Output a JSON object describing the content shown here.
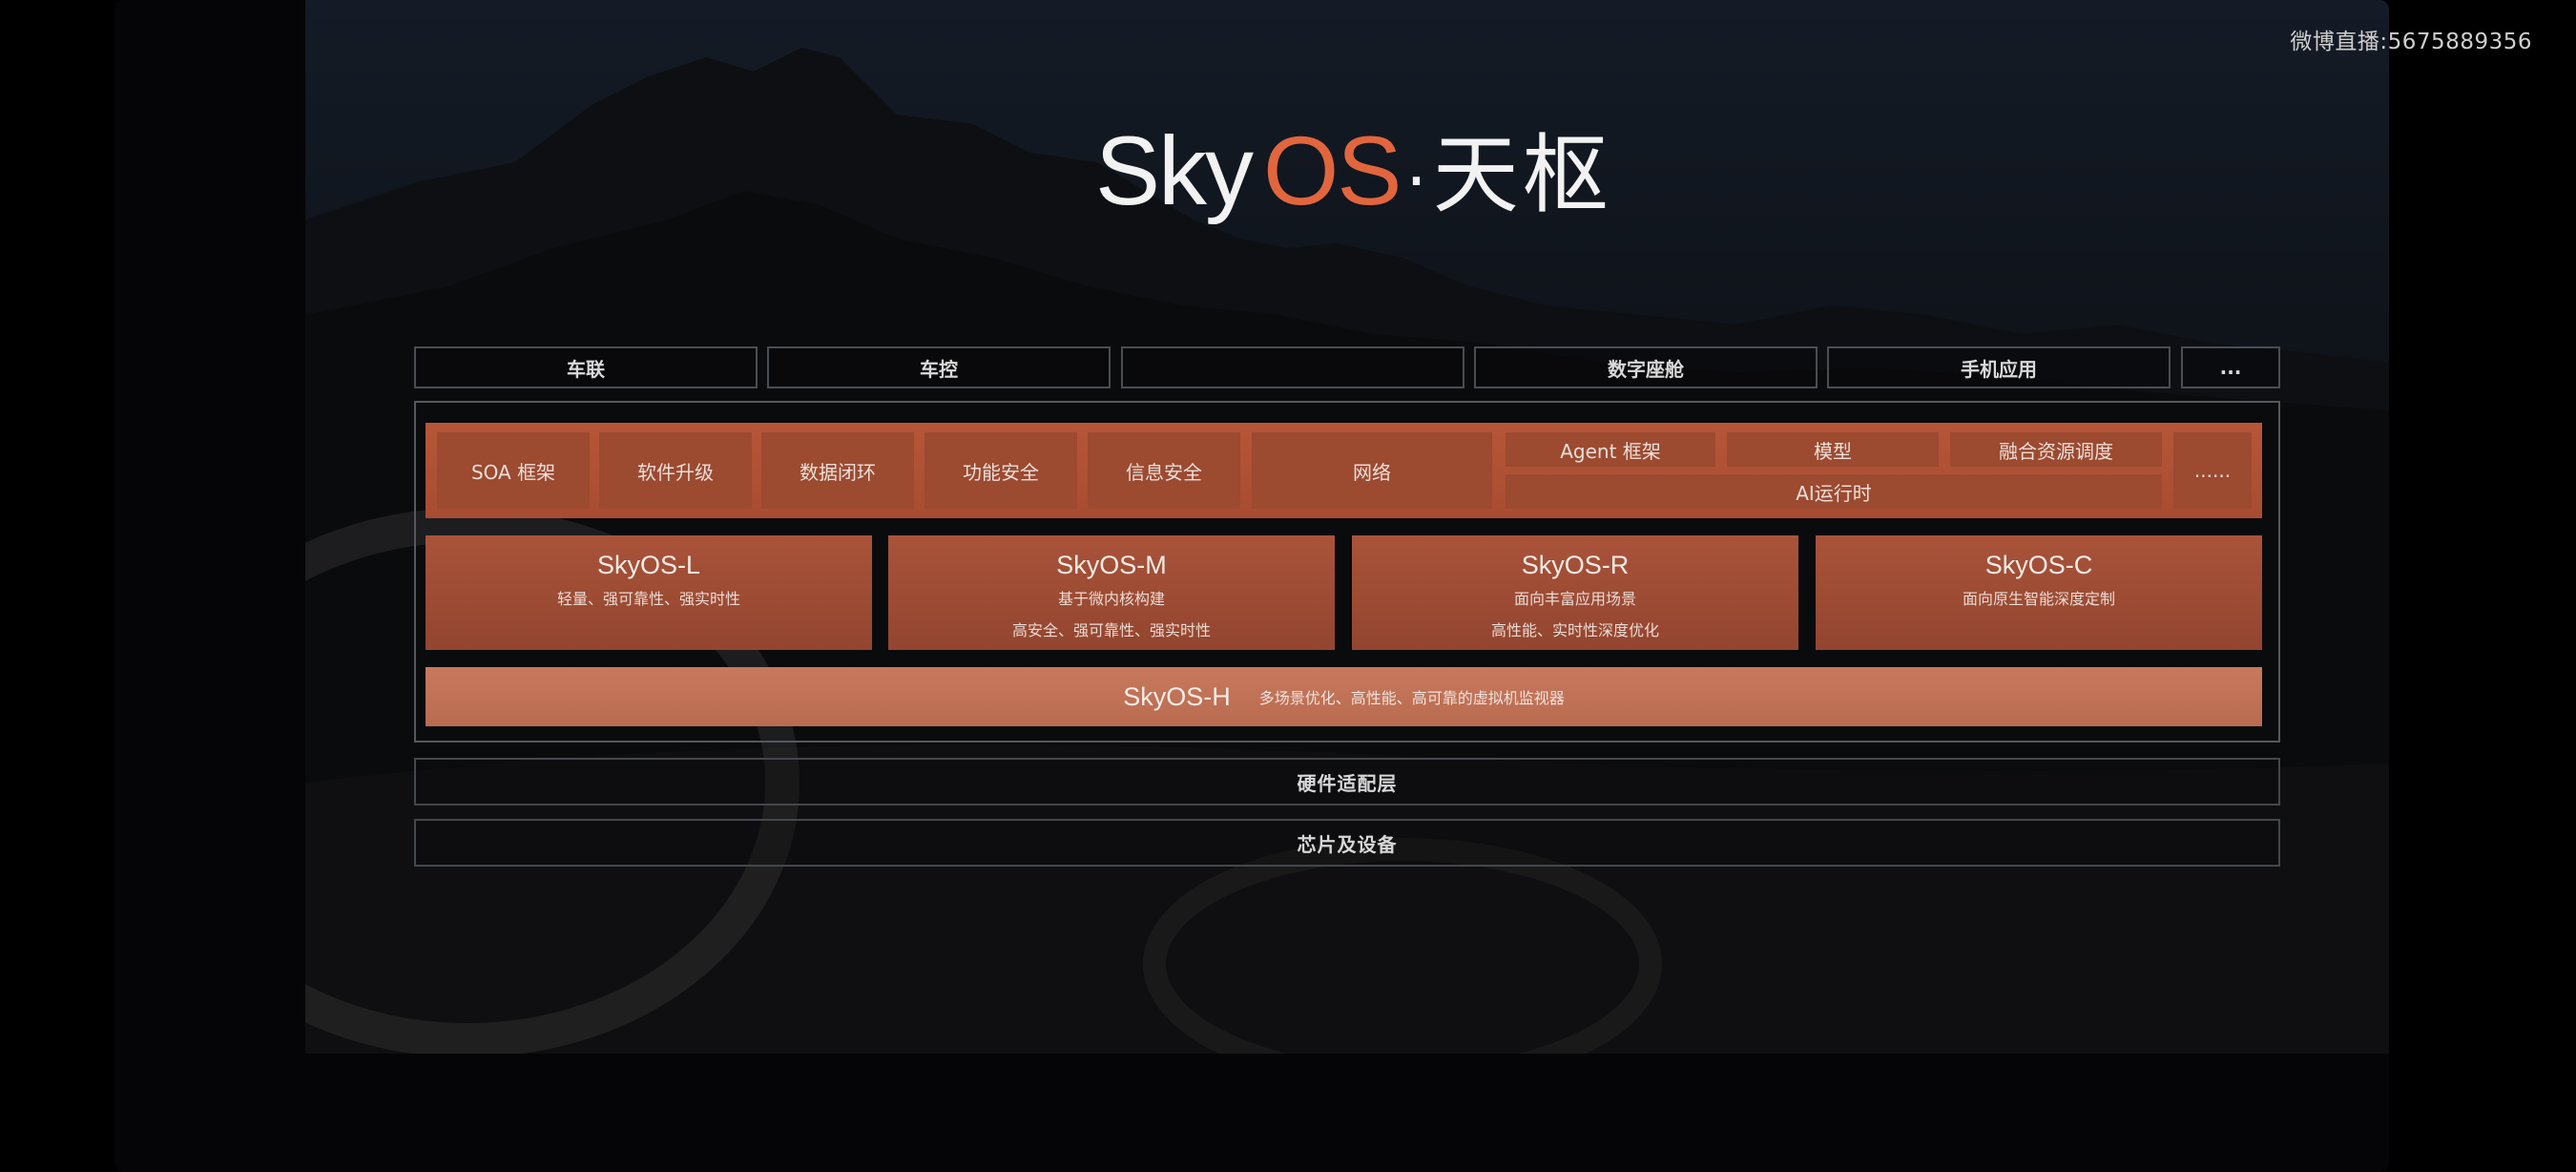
{
  "watermark": "微博直播:5675889356",
  "logo": {
    "sky": "Sky",
    "os": "OS",
    "dot": "·",
    "cn": "天枢"
  },
  "apps": [
    "车联",
    "车控",
    "",
    "数字座舱",
    "手机应用",
    "..."
  ],
  "services": {
    "items": [
      "SOA 框架",
      "软件升级",
      "数据闭环",
      "功能安全",
      "信息安全",
      "网络"
    ],
    "ai_top": [
      "Agent 框架",
      "模型",
      "融合资源调度"
    ],
    "ai_runtime": "AI运行时",
    "more": "......"
  },
  "os_variants": [
    {
      "title": "SkyOS-L",
      "desc1": "轻量、强可靠性、强实时性",
      "desc2": ""
    },
    {
      "title": "SkyOS-M",
      "desc1": "基于微内核构建",
      "desc2": "高安全、强可靠性、强实时性"
    },
    {
      "title": "SkyOS-R",
      "desc1": "面向丰富应用场景",
      "desc2": "高性能、实时性深度优化"
    },
    {
      "title": "SkyOS-C",
      "desc1": "面向原生智能深度定制",
      "desc2": ""
    }
  ],
  "hypervisor": {
    "title": "SkyOS-H",
    "desc": "多场景优化、高性能、高可靠的虚拟机监视器"
  },
  "layers": {
    "hardware_adapter": "硬件适配层",
    "chips_devices": "芯片及设备"
  },
  "colors": {
    "accent_orange": "#e2663d",
    "panel_orange": "#b65638",
    "hypervisor_orange": "#c8795d"
  }
}
